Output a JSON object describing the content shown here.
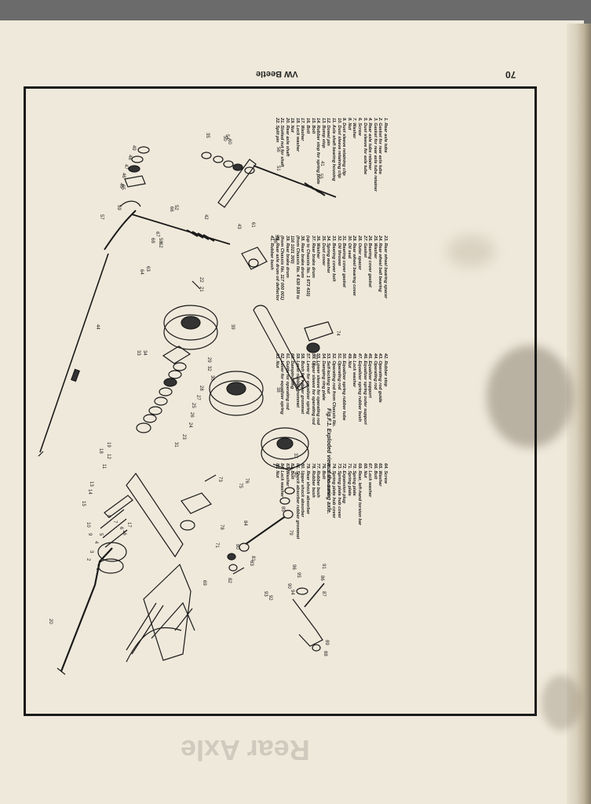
{
  "header": {
    "title": "VW Beetle",
    "page_number": "70"
  },
  "ghost_heading": "Rear Axle",
  "caption": "Fig.F.1. Exploded view of the swing axle.",
  "legend": [
    [
      "1. Rear axle tube",
      "2. Gasket for rear axle tube",
      "3. Gasket for rear axle tube retainer",
      "4. Rear axle tube retainer",
      "5. Dust sleeve for axle tube",
      "6. Screw",
      "7. Washer",
      "8. Nut",
      "9. Dust sleeve retaining clip",
      "10. Dust sleeve retaining clip",
      "11. Axle shaft bearing housing",
      "12. Dowel pin",
      "13. Bump stop",
      "14. Rubber stop for spring plate",
      "15. Bolt",
      "16. Bolt",
      "17. Washer",
      "18. Lock washer",
      "19. Nut",
      "20. Rear axle shaft",
      "21. Slotted nut for shaft",
      "22. Split pin"
    ],
    [
      "23. Rear wheel bearing spacer",
      "24. Rear wheel ball bearing",
      "25. Washer",
      "26. Bearing cover gasket",
      "27. Gasket",
      "28. Outer spacer",
      "29. Rear wheel bearing cover",
      "30. Oil seal",
      "31. Bearing cover gasket",
      "32. Oil thrower",
      "33. Bearing cover bolt",
      "34. Spring washer",
      "35. Dust cover",
      "36. Washer",
      "37. Rear brake drum",
      "(up to Chassis No. 1 673 410)",
      "38. Rear brake drum",
      "(from Chassis No. 4 630 938 to",
      "116 1021 300)",
      "39. Rear brake drum",
      "(from Chassis No. 117 000 001)",
      "40. Rear axle drum oil deflector",
      "41. Rubber bush"
    ],
    [
      "42. Rubber stop",
      "43. Operating rod guide",
      "44. Operating rod",
      "45. Equalizer support",
      "46. Equalizer spring outer support",
      "47. Equalizer spring rubber bush",
      "48. Lock washer",
      "49. Nut",
      "50. Equalizer spring rubber tube",
      "51. Operating rod",
      "52. Operating rod from Chassis No.",
      "53. Self-locking nut",
      "54. Damping ring plate",
      "55. Lower sleeve for operating rod",
      "56. Upper sleeve for operating rod",
      "57. Lever for equalizer spring",
      "58. Bush for rubber grommet",
      "59. Lever rubber grommet",
      "60. Damping ring",
      "61. Guide for operating rod",
      "62. Lever for equalizer spring",
      "63. Nut"
    ],
    [
      "64. Screw",
      "65. Washer",
      "66. Bolt",
      "67. Lock washer",
      "68. Nut",
      "69. Rear, left-hand torsion bar",
      "70. Spring plate",
      "71. Spring plate",
      "72. Expansion plug",
      "73. Spring plate hub cover",
      "74. Spring plate hub cover",
      "75. Lock washer",
      "76. Bolt",
      "77. Rubber bush",
      "78. Rubber bush",
      "79. Rear shock absorber",
      "80. Upper shock absorber",
      "81. Shock absorber rubber grommet",
      "82. Bolt",
      "83. Washer",
      "84. Lock washer",
      "85. Nut"
    ]
  ],
  "part_numbers": [
    "1",
    "2",
    "3",
    "4",
    "5",
    "6",
    "7",
    "8",
    "9",
    "10",
    "11",
    "12",
    "13",
    "14",
    "15",
    "16",
    "17",
    "18",
    "19",
    "20",
    "21",
    "22",
    "23",
    "24",
    "25",
    "26",
    "27",
    "28",
    "29",
    "30",
    "31",
    "32",
    "33",
    "34",
    "35",
    "36",
    "37",
    "38",
    "39",
    "40",
    "41",
    "42",
    "43",
    "44",
    "45",
    "46",
    "47",
    "48",
    "49",
    "50",
    "51",
    "52",
    "53",
    "54",
    "55",
    "56",
    "57",
    "58",
    "59",
    "60",
    "61",
    "62",
    "63",
    "64",
    "65",
    "66",
    "67",
    "68",
    "69",
    "70",
    "71",
    "72",
    "73",
    "74",
    "75",
    "76",
    "77",
    "78",
    "79",
    "80",
    "81",
    "82",
    "83",
    "84",
    "85",
    "86",
    "87",
    "88",
    "89",
    "90",
    "91",
    "92",
    "93",
    "94",
    "95",
    "96"
  ]
}
